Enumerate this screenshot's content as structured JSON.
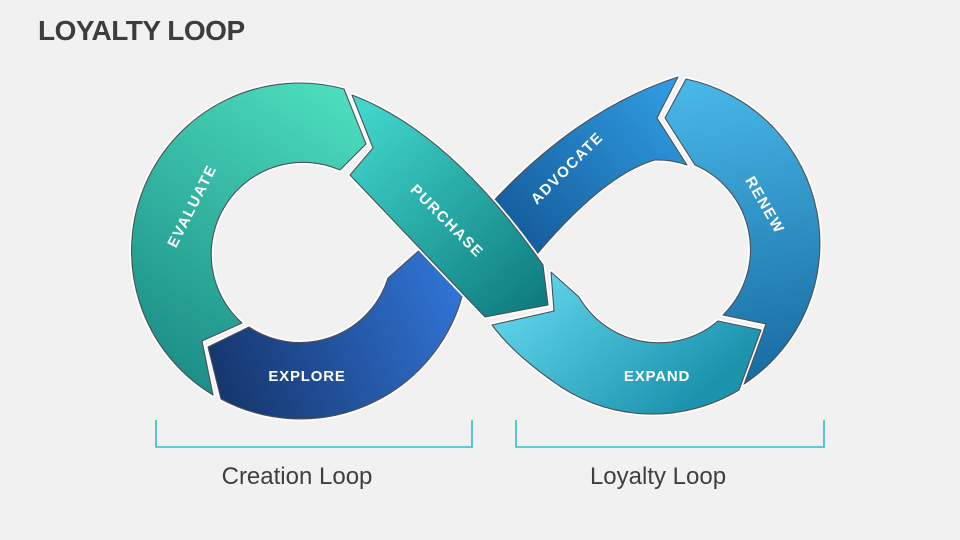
{
  "title": "LOYALTY LOOP",
  "diagram": {
    "background": "#F1F1F2",
    "outline_color": "#4E4F56",
    "gap_color": "#FFFFFF",
    "segments": [
      {
        "id": "evaluate",
        "label": "EVALUATE",
        "gradient": [
          "#50E3C2",
          "#1B8E86"
        ]
      },
      {
        "id": "purchase",
        "label": "PURCHASE",
        "gradient": [
          "#41D6CB",
          "#0F7D80"
        ]
      },
      {
        "id": "explore",
        "label": "EXPLORE",
        "gradient": [
          "#16376F",
          "#3277D9"
        ]
      },
      {
        "id": "advocate",
        "label": "ADVOCATE",
        "gradient": [
          "#2F9ADF",
          "#0E4D8C"
        ]
      },
      {
        "id": "renew",
        "label": "RENEW",
        "gradient": [
          "#47B5E6",
          "#186CA2"
        ]
      },
      {
        "id": "expand",
        "label": "EXPAND",
        "gradient": [
          "#5BD0E8",
          "#1C93AD"
        ]
      }
    ],
    "flow": "EXPLORE → EVALUATE → PURCHASE → EXPAND → RENEW → ADVOCATE → EXPLORE"
  },
  "brackets": {
    "color": "#2FBFC4",
    "label_color": "#3F3F3F",
    "items": [
      {
        "label": "Creation Loop"
      },
      {
        "label": "Loyalty Loop"
      }
    ]
  }
}
